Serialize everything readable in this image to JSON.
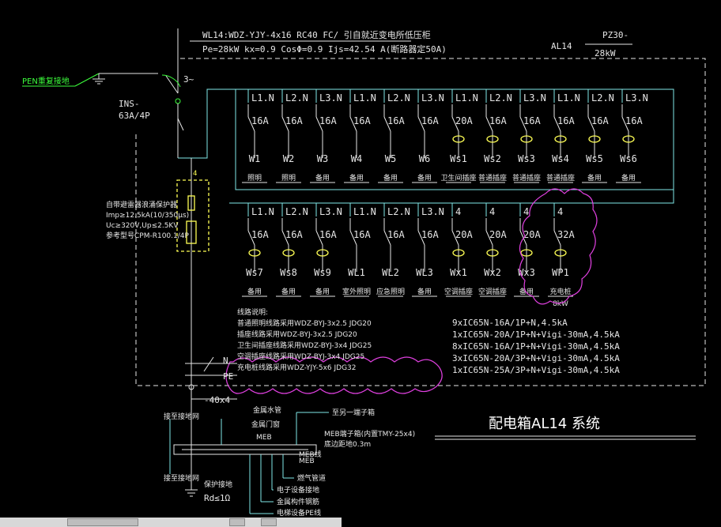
{
  "header": {
    "line1": "WL14:WDZ-YJY-4x16  RC40  FC/ 引自就近变电所低压柜",
    "line2": "Pe=28kW  kx=0.9  CosΦ=0.9  Ijs=42.54 A(断路器定50A)"
  },
  "box": {
    "name": "AL14",
    "model": "PZ30-",
    "power": "28kW"
  },
  "main_switch": {
    "type": "INS-",
    "rating": "63A/4P",
    "phase": "3~"
  },
  "pen_label": "PEN重复接地",
  "spd": {
    "lines": [
      "自带避雷器浪涌保护器",
      "Imp≥12.5kA(10/350μs)",
      "Uc≥320V,Up≤2.5KV",
      "参考型号CPM-R100.1/4P"
    ]
  },
  "row1": [
    {
      "phase": "L1.N",
      "rating": "16A",
      "id": "W1",
      "use": "照明",
      "rcd": false
    },
    {
      "phase": "L2.N",
      "rating": "16A",
      "id": "W2",
      "use": "照明",
      "rcd": false
    },
    {
      "phase": "L3.N",
      "rating": "16A",
      "id": "W3",
      "use": "备用",
      "rcd": false
    },
    {
      "phase": "L1.N",
      "rating": "16A",
      "id": "W4",
      "use": "备用",
      "rcd": false
    },
    {
      "phase": "L2.N",
      "rating": "16A",
      "id": "W5",
      "use": "备用",
      "rcd": false
    },
    {
      "phase": "L3.N",
      "rating": "16A",
      "id": "W6",
      "use": "备用",
      "rcd": false
    },
    {
      "phase": "L1.N",
      "rating": "20A",
      "id": "Ws1",
      "use": "卫生间插座",
      "rcd": true
    },
    {
      "phase": "L2.N",
      "rating": "16A",
      "id": "Ws2",
      "use": "普通插座",
      "rcd": true
    },
    {
      "phase": "L3.N",
      "rating": "16A",
      "id": "Ws3",
      "use": "普通插座",
      "rcd": true
    },
    {
      "phase": "L1.N",
      "rating": "16A",
      "id": "Ws4",
      "use": "普通插座",
      "rcd": true
    },
    {
      "phase": "L2.N",
      "rating": "16A",
      "id": "Ws5",
      "use": "备用",
      "rcd": true
    },
    {
      "phase": "L3.N",
      "rating": "16A",
      "id": "Ws6",
      "use": "备用",
      "rcd": true
    }
  ],
  "row2": [
    {
      "phase": "L1.N",
      "rating": "16A",
      "id": "Ws7",
      "use": "备用",
      "rcd": true
    },
    {
      "phase": "L2.N",
      "rating": "16A",
      "id": "Ws8",
      "use": "备用",
      "rcd": true
    },
    {
      "phase": "L3.N",
      "rating": "16A",
      "id": "Ws9",
      "use": "备用",
      "rcd": true
    },
    {
      "phase": "L1.N",
      "rating": "16A",
      "id": "WL1",
      "use": "室外照明",
      "rcd": false
    },
    {
      "phase": "L2.N",
      "rating": "16A",
      "id": "WL2",
      "use": "应急照明",
      "rcd": false
    },
    {
      "phase": "L3.N",
      "rating": "16A",
      "id": "WL3",
      "use": "备用",
      "rcd": false
    },
    {
      "phase": "4",
      "rating": "20A",
      "id": "Wx1",
      "use": "空调插座",
      "rcd": true
    },
    {
      "phase": "4",
      "rating": "20A",
      "id": "Wx2",
      "use": "空调插座",
      "rcd": true
    },
    {
      "phase": "4",
      "rating": "20A",
      "id": "Wx3",
      "use": "备用",
      "rcd": true
    },
    {
      "phase": "4",
      "rating": "32A",
      "id": "WP1",
      "use": "充电桩",
      "rcd": true,
      "extra": "8kW"
    }
  ],
  "notes": {
    "title": "线路说明:",
    "lines": [
      "普通照明线路采用WDZ-BYJ-3x2.5  JDG20",
      "插座线路采用WDZ-BYJ-3x2.5  JDG20",
      "卫生间插座线路采用WDZ-BYJ-3x4  JDG25",
      "空调插座线路采用WDZ-BYJ-3x4  JDG25",
      "充电桩线路采用WDZ-YJY-5x6  JDG32"
    ]
  },
  "parts": [
    "9xIC65N-16A/1P+N,4.5kA",
    "1xIC65N-20A/1P+N+Vigi-30mA,4.5kA",
    "8xIC65N-16A/1P+N+Vigi-30mA,4.5kA",
    "3xIC65N-20A/3P+N+Vigi-30mA,4.5kA",
    "1xIC65N-25A/3P+N+Vigi-30mA,4.5kA"
  ],
  "bus": {
    "n": "N",
    "pe": "PE",
    "pe_size": "-40x4"
  },
  "title": "配电箱AL14 系统",
  "earthing": {
    "meb": "MEB",
    "rd": "Rd≤1Ω",
    "protect": "保护接地",
    "label_a": "接至接地网",
    "label_b": "接至接地网",
    "label_c": "金属水管",
    "label_d": "金属门窗",
    "label_e": "至另一端子箱",
    "label_f": "MEB端子箱(内置TMY-25x4)",
    "label_g": "底边距地0.3m",
    "label_h": "MEB线",
    "label_i": "燃气管道",
    "label_j": "电子设备接地",
    "label_k": "金属构件钢筋",
    "label_l": "电梯设备PE线"
  }
}
